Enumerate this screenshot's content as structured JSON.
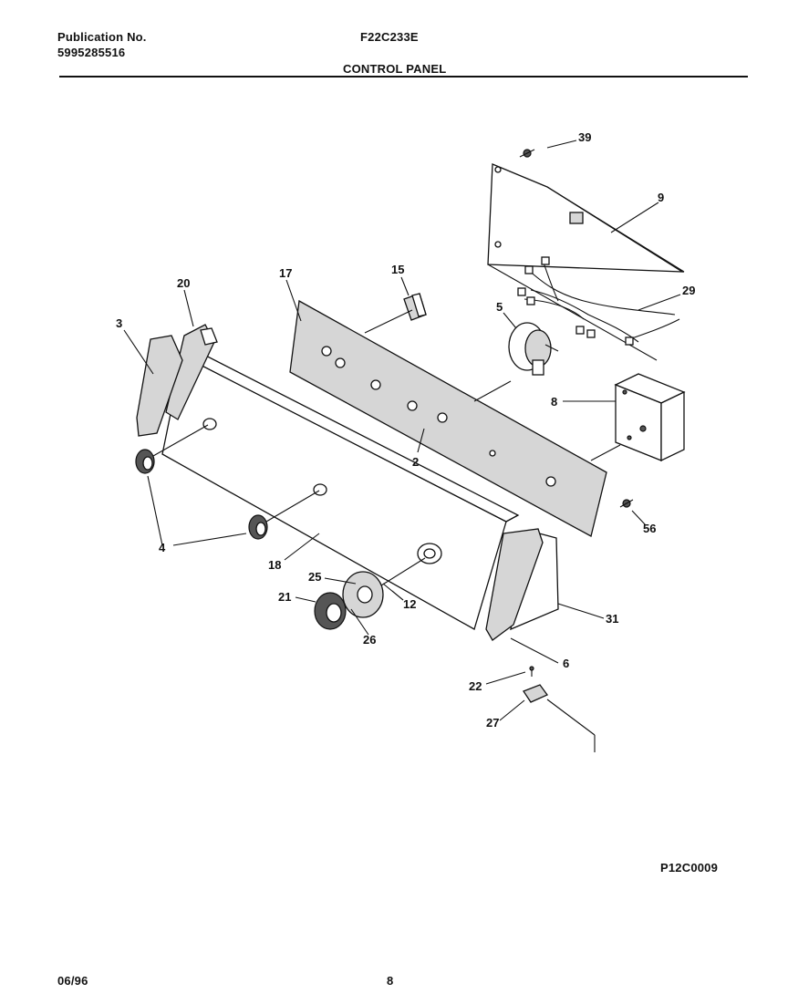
{
  "header": {
    "publication_label": "Publication No.",
    "publication_number": "5995285516",
    "model": "F22C233E",
    "section_title": "CONTROL PANEL"
  },
  "diagram": {
    "callouts": {
      "c39": "39",
      "c9": "9",
      "c29": "29",
      "c15": "15",
      "c17": "17",
      "c20": "20",
      "c3": "3",
      "c5": "5",
      "c8": "8",
      "c2": "2",
      "c56": "56",
      "c4": "4",
      "c18": "18",
      "c25": "25",
      "c12": "12",
      "c21": "21",
      "c26": "26",
      "c31": "31",
      "c6": "6",
      "c22": "22",
      "c27": "27"
    },
    "figure_code": "P12C0009"
  },
  "footer": {
    "date": "06/96",
    "page_number": "8"
  }
}
